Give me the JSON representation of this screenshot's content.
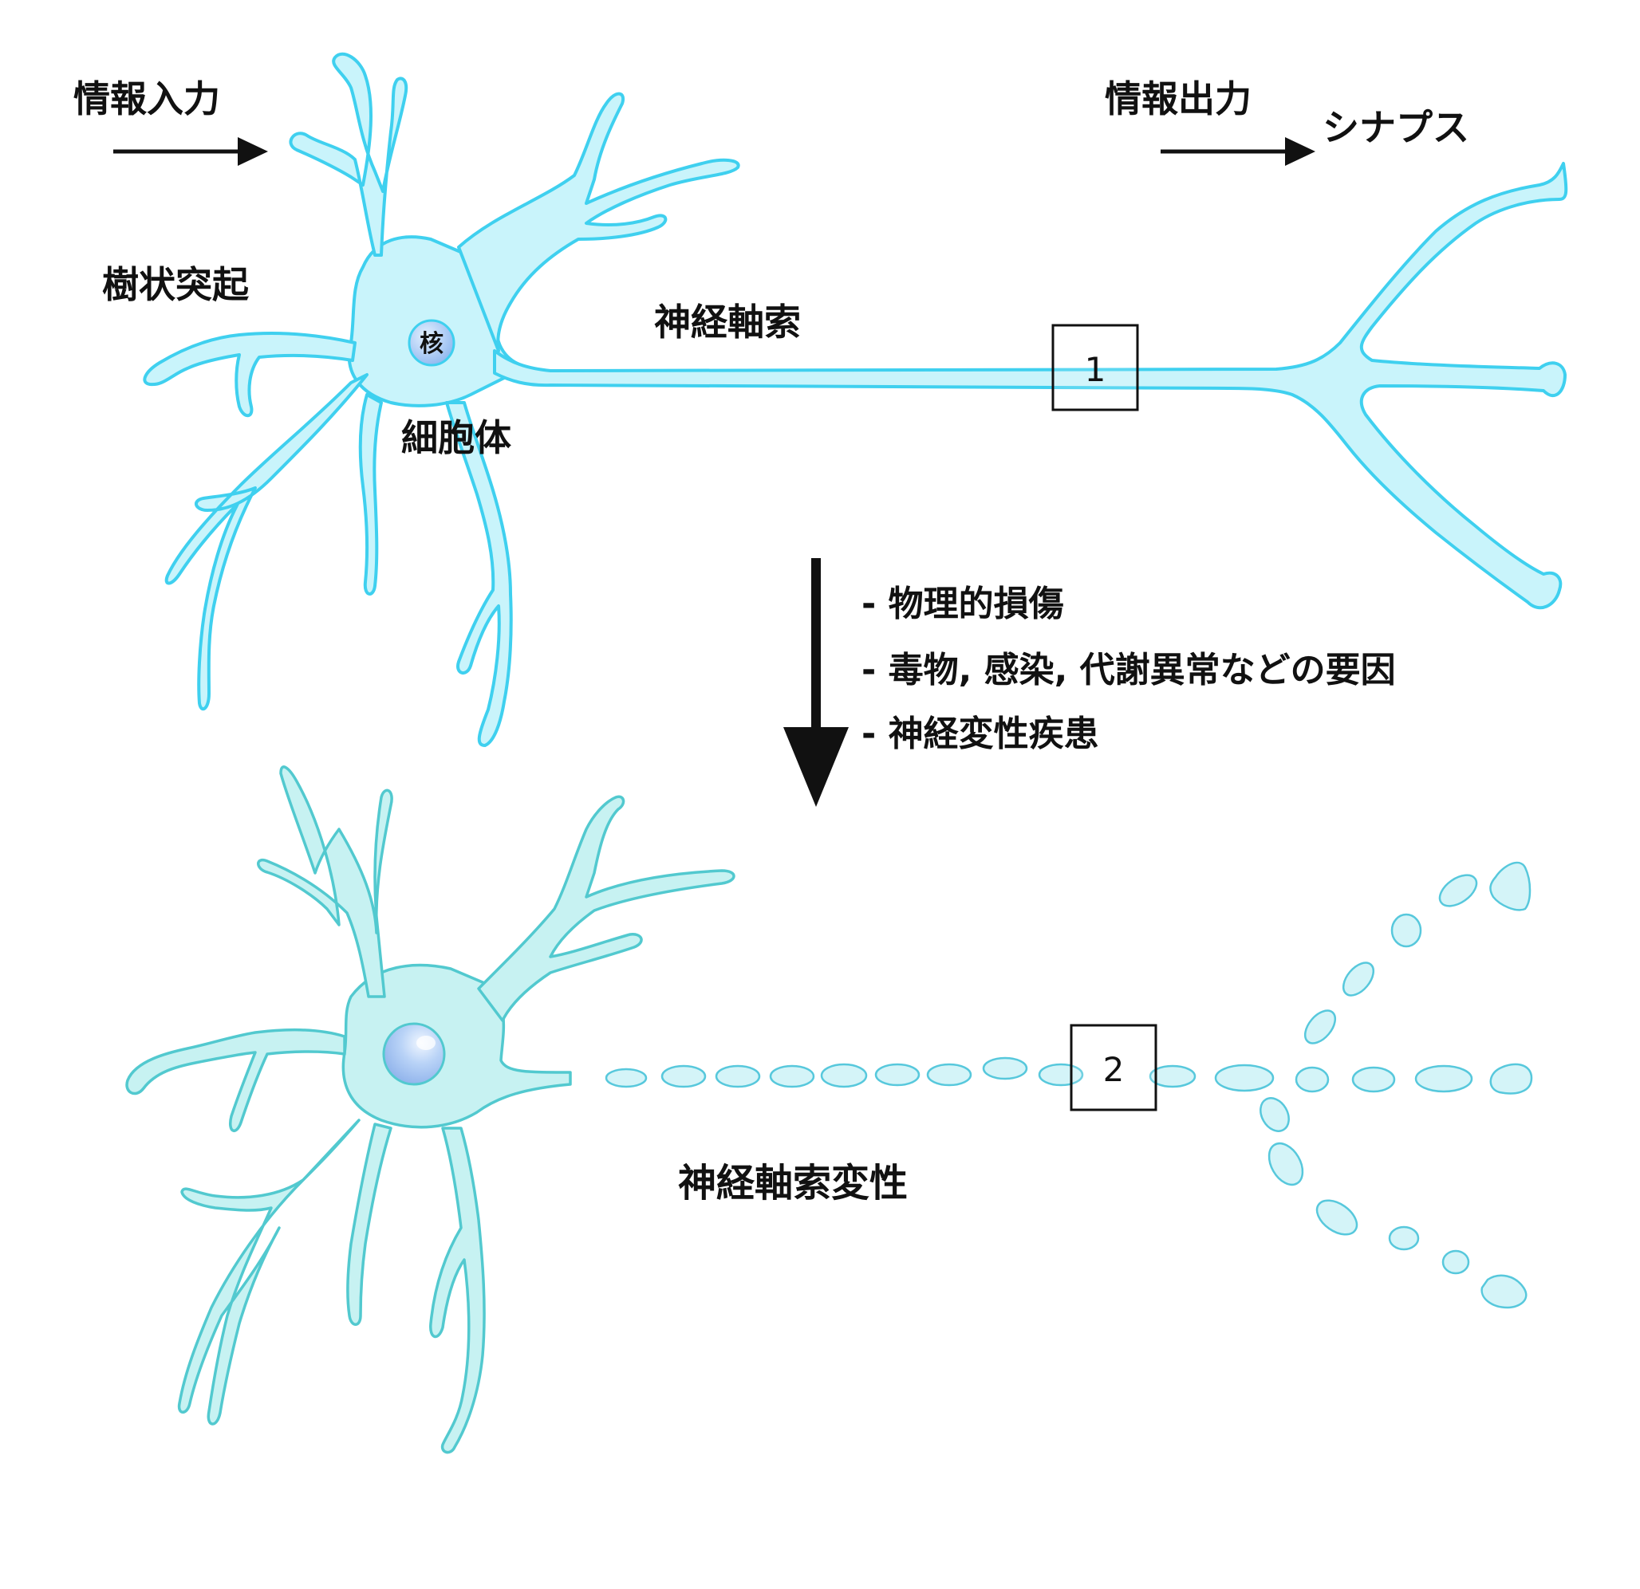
{
  "top_neuron": {
    "input_label": "情報入力",
    "output_label": "情報出力",
    "synapse_label": "シナプス",
    "dendrite_label": "樹状突起",
    "nucleus_label": "核",
    "axon_label": "神経軸索",
    "soma_label": "細胞体",
    "marker": "1"
  },
  "causes": [
    "- 物理的損傷",
    "- 毒物, 感染, 代謝異常などの要因",
    "- 神経変性疾患"
  ],
  "bottom_neuron": {
    "degeneration_label": "神経軸索変性",
    "marker": "2"
  },
  "colors": {
    "neuron_fill": "#c9f4fb",
    "neuron_outline": "#3fd0ef",
    "degenerated_outline": "#52c9cf",
    "nucleus": "#a9d0f5",
    "arrow": "#111111"
  },
  "icons": [
    "right-arrow-icon",
    "down-arrow-icon"
  ]
}
